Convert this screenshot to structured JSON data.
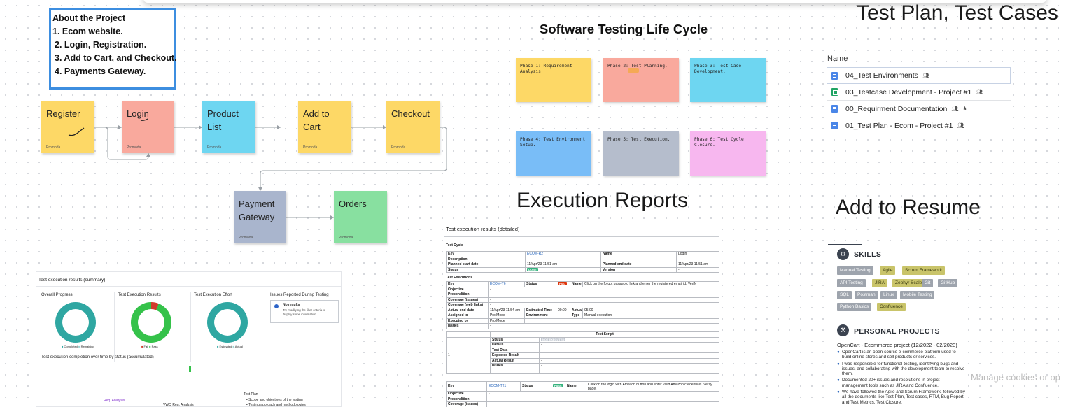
{
  "about": {
    "title": "About the Project",
    "items": [
      "1. Ecom website.",
      "2.  Login, Registration.",
      "3.  Add to Cart, and Checkout.",
      "4.  Payments Gateway."
    ]
  },
  "flow": {
    "register": "Register",
    "login": "Login",
    "product_list": "Product List",
    "add_to_cart": "Add to Cart",
    "checkout": "Checkout",
    "payment_gateway": "Payment Gateway",
    "orders": "Orders",
    "author": "Promoda"
  },
  "stlc": {
    "title": "Software Testing Life Cycle",
    "phases": [
      "Phase 1: Requirement Analysis.",
      "Phase 2: Test Planning.",
      "Phase 3: Test Case Development.",
      "Phase 4: Test Environment Setup.",
      "Phase 5: Test Execution.",
      "Phase 6: Test Cycle Closure."
    ]
  },
  "plan": {
    "title": "Test Plan, Test Cases",
    "column_header": "Name",
    "files": [
      {
        "name": "04_Test Environments",
        "type": "doc"
      },
      {
        "name": "03_Testcase Development - Project #1",
        "type": "sheet"
      },
      {
        "name": "00_Requirment Documentation",
        "type": "doc"
      },
      {
        "name": "01_Test Plan - Ecom - Project #1",
        "type": "doc"
      }
    ]
  },
  "exec_title": "Execution Reports",
  "resume_title": "Add to Resume",
  "summary": {
    "title": "Test execution results (summary)",
    "overall": "Overall Progress",
    "results": "Test Execution Results",
    "effort": "Test Execution Effort",
    "issues": "Issues Reported During Testing",
    "no_results": "No results",
    "no_results_hint": "Try modifying the filter criteria to display some information.",
    "legend1": [
      "Completed",
      "Remaining"
    ],
    "legend2": [
      "Fail",
      "Pass"
    ],
    "legend3": [
      "Estimated",
      "Actual"
    ],
    "completion_title": "Test execution completion over time by status (accumulated)",
    "req_analysis": "Req. Analysis",
    "vwo_req": "VWO Req. Analysis",
    "test_plan": "Test Plan",
    "bullets": [
      "Scope and objectives of the testing",
      "Testing approach and methodologies"
    ],
    "colors": {
      "teal": "#2fa7a2",
      "green": "#35c24a",
      "red": "#d23a2c"
    }
  },
  "report": {
    "title": "Test execution results (detailed)",
    "cycle_header": "Test Cycle",
    "cycle": {
      "key_label": "Key",
      "key": "ECOM-R2",
      "name_label": "Name",
      "name": "Login",
      "desc_label": "Description",
      "desc": "-",
      "start_label": "Planned start date",
      "start": "11/Apr/23 11:51 am",
      "end_label": "Planned end date",
      "end": "11/Apr/23 11:51 am",
      "status_label": "Status",
      "status": "DONE",
      "version_label": "Version",
      "version": "-"
    },
    "exec_header": "Test Executions",
    "exec1": {
      "key": "ECOM-T6",
      "status": "FAIL",
      "name": "Click on the forgot password link and enter the registered email id. Verify",
      "rows": [
        "Objective",
        "Precondition",
        "Coverage (issues)",
        "Coverage (web links)"
      ],
      "actual_end_label": "Actual end date",
      "actual_end": "11/Apr/23 11:54 am",
      "est_label": "Estimated Time",
      "est": "00:00",
      "act_label": "Actual time",
      "act": "05:00",
      "assigned_label": "Assigned to",
      "assigned": "Pro Mode",
      "env_label": "Environment",
      "type_label": "Type",
      "type": "Manual execution",
      "executed_label": "Executed by",
      "executed": "Pro Mode",
      "issues_label": "Issues"
    },
    "script_header": "Test Script",
    "script_rows": [
      "Status",
      "Details",
      "Test Data",
      "Expected Result",
      "Actual Result",
      "Issues"
    ],
    "script_status": "NOT EXECUTED",
    "step_no": "1",
    "exec2": {
      "key": "ECOM-T21",
      "status": "PASS",
      "name": "Click on the login with Amazon button and enter valid Amazon credentials. Verify",
      "name2": "page.",
      "rows": [
        "Objective",
        "Precondition",
        "Coverage (issues)"
      ]
    },
    "colors": {
      "done": "#36b37e",
      "fail": "#de350b",
      "pass": "#36b37e",
      "notexec": "#c1c7d0"
    }
  },
  "resume": {
    "skills_title": "SKILLS",
    "skills": [
      "Manual Testing",
      "Agile",
      "Scrum Framework",
      "API Testing",
      "JIRA",
      "Zephyr Scale",
      "Git",
      "GitHub",
      "SQL",
      "Postman",
      "Linux",
      "Mobile Testing",
      "Python Basics",
      "Confluence"
    ],
    "highlighted": [
      "Agile",
      "Scrum Framework",
      "JIRA",
      "Zephyr Scale",
      "Confluence"
    ],
    "projects_title": "PERSONAL PROJECTS",
    "project_title": "OpenCart - Ecommerce project (12/2022 - 02/2023)",
    "bullets": [
      "OpenCart is an open-source e-commerce platform used to build online stores and sell products or services.",
      "I was responsible for functional testing, identifying bugs and issues, and collaborating with the development team to resolve them.",
      "Documented 20+ issues and resolutions in project management tools such as JIRA and Confluence.",
      "We have followed the Agile and Scrum Framework, followed by all the documents like Test Plan, Test cases, RTM, Bug Report and Test Metrics, Test Closure."
    ]
  },
  "cookie": "Manage cookies or op"
}
